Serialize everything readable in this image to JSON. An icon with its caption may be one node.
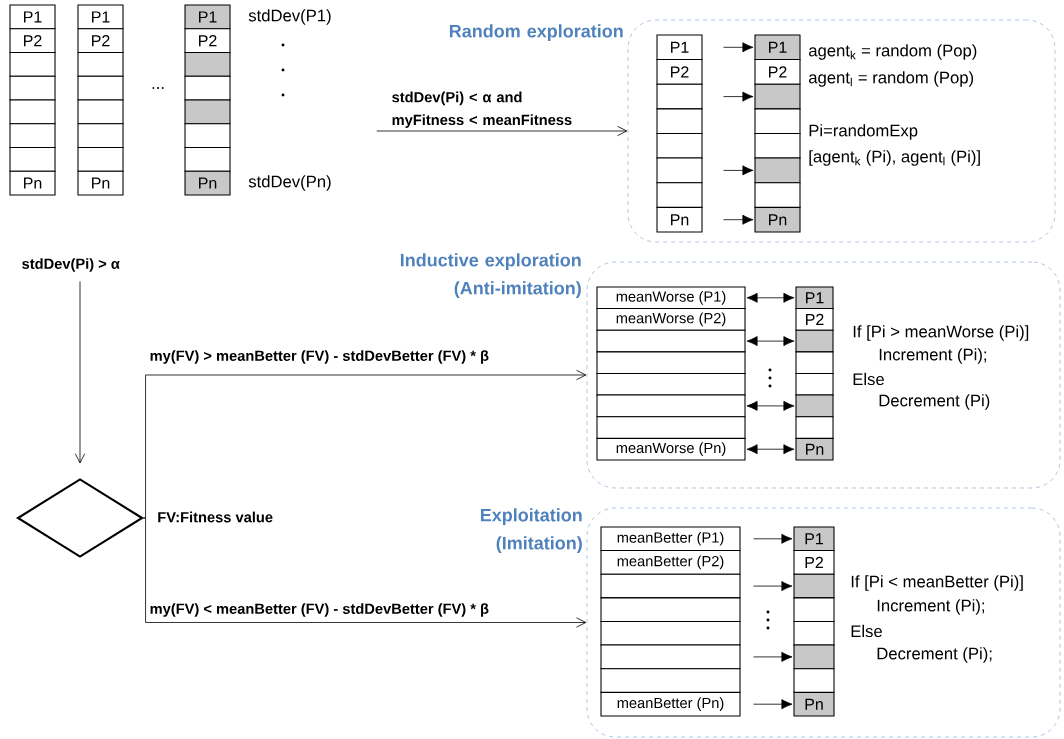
{
  "diagram": {
    "nodes": [
      {
        "text": [
          "P1"
        ]
      },
      {
        "text": [
          "P2"
        ]
      },
      {
        "text": [],
        "shape": "box"
      },
      {
        "text": [],
        "shape": "box"
      },
      {
        "text": [],
        "shape": "box"
      },
      {
        "text": [],
        "shape": "box"
      },
      {
        "text": [],
        "shape": "box"
      },
      {
        "text": [
          "Pn"
        ]
      },
      {
        "text": [
          "P1"
        ]
      },
      {
        "text": [
          "P2"
        ]
      },
      {
        "text": [],
        "shape": "box"
      },
      {
        "text": [],
        "shape": "box"
      },
      {
        "text": [],
        "shape": "box"
      },
      {
        "text": [],
        "shape": "box"
      },
      {
        "text": [],
        "shape": "box"
      },
      {
        "text": [
          "Pn"
        ]
      },
      {
        "text": [
          "P1"
        ]
      },
      {
        "text": [
          "P2"
        ]
      },
      {
        "text": [],
        "shape": "box"
      },
      {
        "text": [],
        "shape": "box"
      },
      {
        "text": [],
        "shape": "box"
      },
      {
        "text": [],
        "shape": "box"
      },
      {
        "text": [],
        "shape": "box"
      },
      {
        "text": [
          "Pn"
        ]
      },
      {
        "text": [
          "Random exploration",
          "agent$_{k}$ = random (Pop)",
          "agent$_{l}$ = random (Pop)",
          "Pi=randomExp",
          "[agent$_{k}$ (Pi), agent$_{l}$ (Pi)]"
        ]
      },
      {
        "text": [
          "P1"
        ],
        "in": 24
      },
      {
        "text": [
          "P2"
        ],
        "in": 24
      },
      {
        "text": [],
        "shape": "box",
        "in": 24
      },
      {
        "text": [],
        "shape": "box",
        "in": 24
      },
      {
        "text": [],
        "shape": "box",
        "in": 24
      },
      {
        "text": [],
        "shape": "box",
        "in": 24
      },
      {
        "text": [],
        "shape": "box",
        "in": 24
      },
      {
        "text": [
          "Pn"
        ],
        "in": 24
      },
      {
        "text": [
          "P1"
        ],
        "in": 24
      },
      {
        "text": [
          "P2"
        ],
        "in": 24
      },
      {
        "text": [],
        "shape": "box",
        "in": 24
      },
      {
        "text": [],
        "shape": "box",
        "in": 24
      },
      {
        "text": [],
        "shape": "box",
        "in": 24
      },
      {
        "text": [],
        "shape": "box",
        "in": 24
      },
      {
        "text": [],
        "shape": "box",
        "in": 24
      },
      {
        "text": [
          "Pn"
        ],
        "in": 24
      },
      {
        "text": [
          "stdDev(Pi) > α"
        ]
      },
      {
        "text": [],
        "shape": "diamond"
      },
      {
        "text": [
          "Inductive exploration (Anti-imitation)",
          "If [Pi > meanWorse (Pi)]",
          "Increment (Pi);",
          "Else",
          "Decrement (Pi)"
        ]
      },
      {
        "text": [
          "meanWorse (P1)"
        ],
        "in": 43
      },
      {
        "text": [
          "meanWorse (P2)"
        ],
        "in": 43
      },
      {
        "text": [],
        "shape": "box",
        "in": 43
      },
      {
        "text": [],
        "shape": "box",
        "in": 43
      },
      {
        "text": [],
        "shape": "box",
        "in": 43
      },
      {
        "text": [],
        "shape": "box",
        "in": 43
      },
      {
        "text": [],
        "shape": "box",
        "in": 43
      },
      {
        "text": [
          "meanWorse (Pn)"
        ],
        "in": 43
      },
      {
        "text": [
          "P1"
        ],
        "in": 43
      },
      {
        "text": [
          "P2"
        ],
        "in": 43
      },
      {
        "text": [],
        "shape": "box",
        "in": 43
      },
      {
        "text": [],
        "shape": "box",
        "in": 43
      },
      {
        "text": [],
        "shape": "box",
        "in": 43
      },
      {
        "text": [],
        "shape": "box",
        "in": 43
      },
      {
        "text": [],
        "shape": "box",
        "in": 43
      },
      {
        "text": [
          "Pn"
        ],
        "in": 43
      },
      {
        "text": [
          "Exploitation (Imitation)",
          "If [Pi < meanBetter (Pi)]",
          "Increment (Pi);",
          "Else",
          "Decrement (Pi);"
        ]
      },
      {
        "text": [
          "meanBetter (P1)"
        ],
        "in": 60
      },
      {
        "text": [
          "meanBetter (P2)"
        ],
        "in": 60
      },
      {
        "text": [],
        "shape": "box",
        "in": 60
      },
      {
        "text": [],
        "shape": "box",
        "in": 60
      },
      {
        "text": [],
        "shape": "box",
        "in": 60
      },
      {
        "text": [],
        "shape": "box",
        "in": 60
      },
      {
        "text": [],
        "shape": "box",
        "in": 60
      },
      {
        "text": [
          "meanBetter (Pn)"
        ],
        "in": 60
      },
      {
        "text": [
          "P1"
        ],
        "in": 60
      },
      {
        "text": [
          "P2"
        ],
        "in": 60
      },
      {
        "text": [],
        "shape": "box",
        "in": 60
      },
      {
        "text": [],
        "shape": "box",
        "in": 60
      },
      {
        "text": [],
        "shape": "box",
        "in": 60
      },
      {
        "text": [],
        "shape": "box",
        "in": 60
      },
      {
        "text": [],
        "shape": "box",
        "in": 60
      },
      {
        "text": [
          "Pn"
        ],
        "in": 60
      }
    ],
    "edges": [
      {
        "from": null,
        "to": 24,
        "arrow": "to",
        "label": "stdDev(Pi) < α and myFitness < meanFitness"
      },
      {
        "from": 25,
        "to": 33,
        "arrow": "to"
      },
      {
        "from": 27,
        "to": 35,
        "arrow": "to"
      },
      {
        "from": 30,
        "to": 38,
        "arrow": "to"
      },
      {
        "from": 32,
        "to": 40,
        "arrow": "to"
      },
      {
        "from": 41,
        "to": 42,
        "arrow": "to"
      },
      {
        "from": 42,
        "to": 43,
        "arrow": "to",
        "label": "my(FV) > meanBetter (FV) - stdDevBetter (FV) * β"
      },
      {
        "from": 42,
        "to": 60,
        "arrow": "to",
        "label": "my(FV) < meanBetter (FV) - stdDevBetter (FV) * β"
      },
      {
        "from": 44,
        "to": 52,
        "arrow": "both"
      },
      {
        "from": 46,
        "to": 54,
        "arrow": "both"
      },
      {
        "from": 49,
        "to": 57,
        "arrow": "both"
      },
      {
        "from": 51,
        "to": 59,
        "arrow": "both"
      },
      {
        "from": 61,
        "to": 69,
        "arrow": "to"
      },
      {
        "from": 63,
        "to": 71,
        "arrow": "to"
      },
      {
        "from": 66,
        "to": 74,
        "arrow": "to"
      },
      {
        "from": 68,
        "to": 76,
        "arrow": "to"
      }
    ],
    "labels": [
      "stdDev(P1)",
      "stdDev(Pn)",
      "...",
      "FV:Fitness value"
    ]
  }
}
